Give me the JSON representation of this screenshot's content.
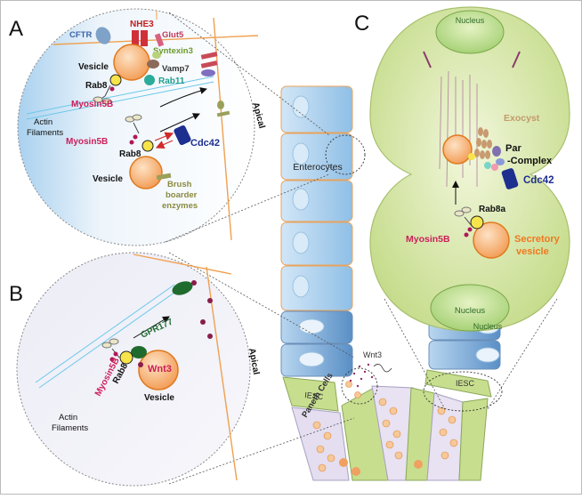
{
  "panels": {
    "a": "A",
    "b": "B",
    "c": "C"
  },
  "panel_a": {
    "nhe3": "NHE3",
    "cftr": "CFTR",
    "glut5": "Glut5",
    "syntaxin3": "Syntexin3",
    "vamp7": "Vamp7",
    "rab11": "Rab11",
    "vesicle_top": "Vesicle",
    "rab8_top": "Rab8",
    "myosin5b_top": "Myosin5B",
    "apical": "Apical",
    "actin_line1": "Actin",
    "actin_line2": "Filaments",
    "myosin5b_bottom": "Myosin5B",
    "cdc42": "Cdc42",
    "rab8_bottom": "Rab8",
    "vesicle_bottom": "Vesicle",
    "brush_line1": "Brush",
    "brush_line2": "boarder",
    "brush_line3": "enzymes"
  },
  "panel_b": {
    "gpr177": "GPR177",
    "myosin5b": "Myosin5B",
    "rab8": "Rab8",
    "wnt3": "Wnt3",
    "vesicle": "Vesicle",
    "apical": "Apical",
    "actin_line1": "Actin",
    "actin_line2": "Filaments"
  },
  "crypt": {
    "enterocytes": "Enterocytes",
    "wnt3": "Wnt3",
    "iesc_left": "IESC",
    "paneth": "Paneth Cells",
    "iesc_right": "IESC",
    "nucleus_small": "Nucleus"
  },
  "panel_c": {
    "nucleus_top": "Nucleus",
    "exocyst": "Exocyst",
    "par": "Par",
    "complex": "-Complex",
    "cdc42": "Cdc42",
    "rab8a": "Rab8a",
    "myosin5b": "Myosin5B",
    "secretory_line1": "Secretory",
    "secretory_line2": "vesicle",
    "nucleus_bottom": "Nucleus"
  },
  "colors": {
    "vesicle_fill": "#f5a868",
    "vesicle_stroke": "#e07a1e",
    "myosin_text": "#cc1f5a",
    "cdc42_fill": "#1d2f8f",
    "gpr177_fill": "#1f6b2e",
    "cell_green": "#d6e8a8",
    "enterocyte_blue": "#a9cdec"
  }
}
